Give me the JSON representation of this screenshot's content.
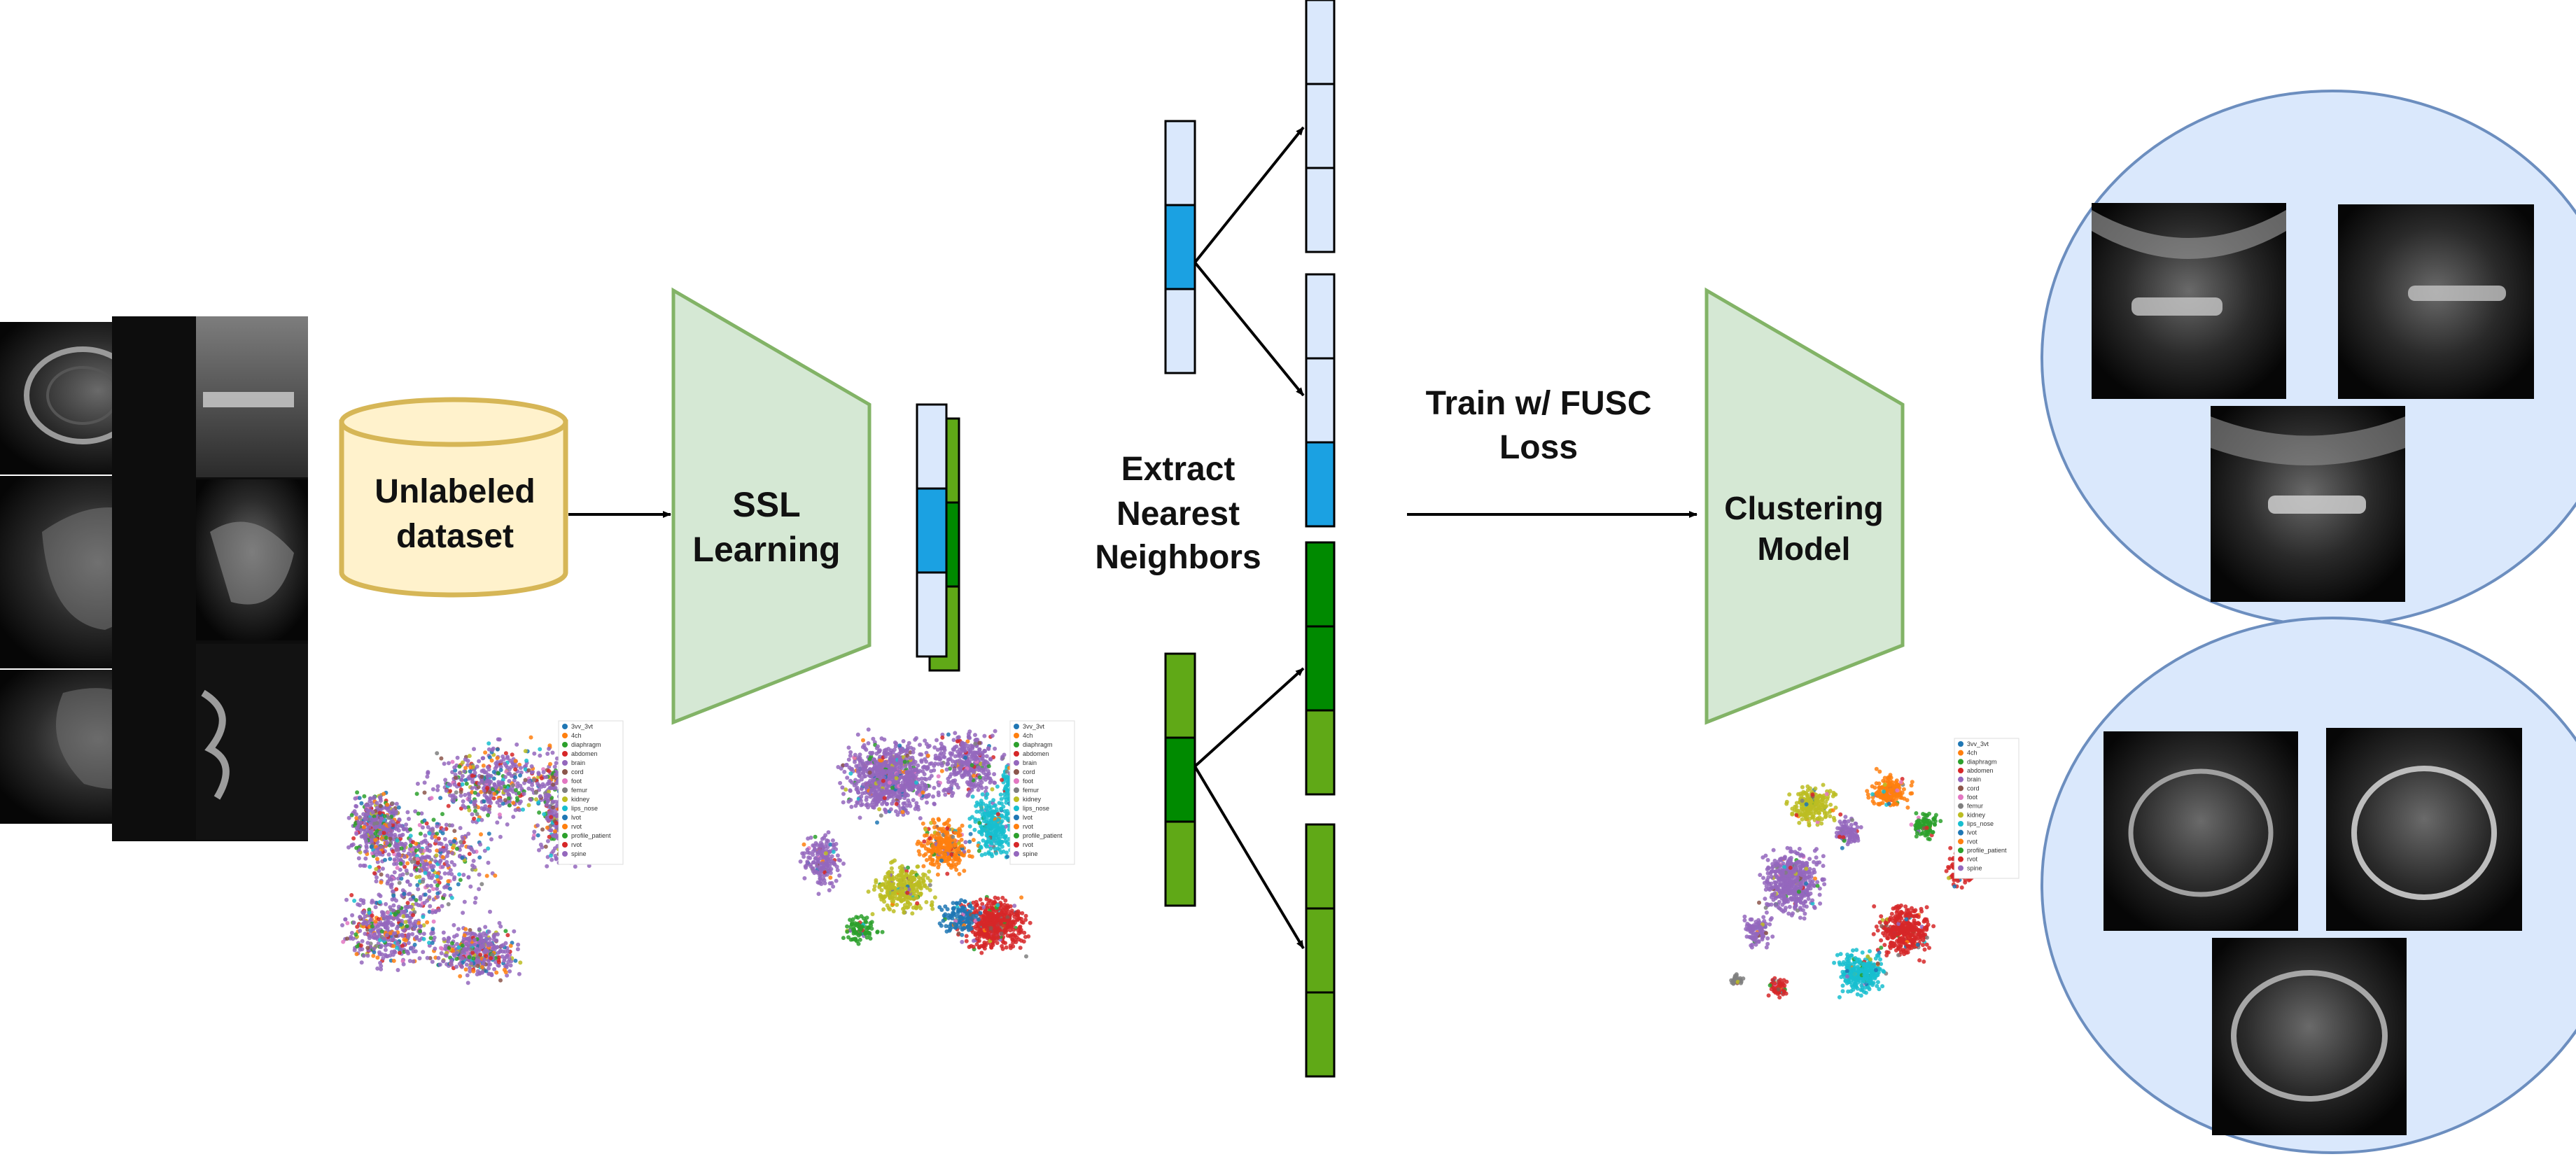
{
  "labels": {
    "dataset_line1": "Unlabeled",
    "dataset_line2": "dataset",
    "ssl_line1": "SSL",
    "ssl_line2": "Learning",
    "extract_line1": "Extract",
    "extract_line2": "Nearest",
    "extract_line3": "Neighbors",
    "train_line1": "Train w/ FUSC",
    "train_line2": "Loss",
    "cluster_line1": "Clustering",
    "cluster_line2": "Model"
  },
  "legend_entries": [
    "3vv_3vt",
    "4ch",
    "diaphragm",
    "abdomen",
    "brain",
    "cord",
    "foot",
    "femur",
    "kidney",
    "lips_nose",
    "lvot",
    "rvot",
    "profile_patient",
    "rvot",
    "spine"
  ],
  "legend_colors": [
    "#1f77b4",
    "#ff7f0e",
    "#2ca02c",
    "#d62728",
    "#9467bd",
    "#8c564b",
    "#e377c2",
    "#7f7f7f",
    "#bcbd22",
    "#17becf",
    "#1f77b4",
    "#ff7f0e",
    "#2ca02c",
    "#d62728",
    "#9467bd"
  ],
  "colors": {
    "trapezoid_fill": "#d5e8d4",
    "trapezoid_stroke": "#82b366",
    "cylinder_fill": "#fff2cc",
    "cylinder_stroke": "#d6b656",
    "light_blue": "#dae8fc",
    "mid_blue": "#1ba1e2",
    "dark_green": "#008a00",
    "light_green": "#60a917",
    "circle_fill": "#dae8fc",
    "circle_stroke": "#6c8ebf"
  }
}
